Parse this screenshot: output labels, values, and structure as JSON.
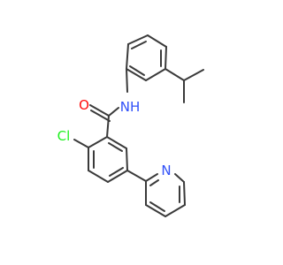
{
  "molecule": {
    "atoms": {
      "oxygen": {
        "symbol": "O",
        "color": "#ff0d0d"
      },
      "amide_nitrogen": {
        "symbol": "NH",
        "color": "#3050f8"
      },
      "chlorine": {
        "symbol": "Cl",
        "color": "#1ff01f"
      },
      "pyridine_nitrogen": {
        "symbol": "N",
        "color": "#3050f8"
      }
    },
    "bond_color": "#3a3a3a"
  }
}
